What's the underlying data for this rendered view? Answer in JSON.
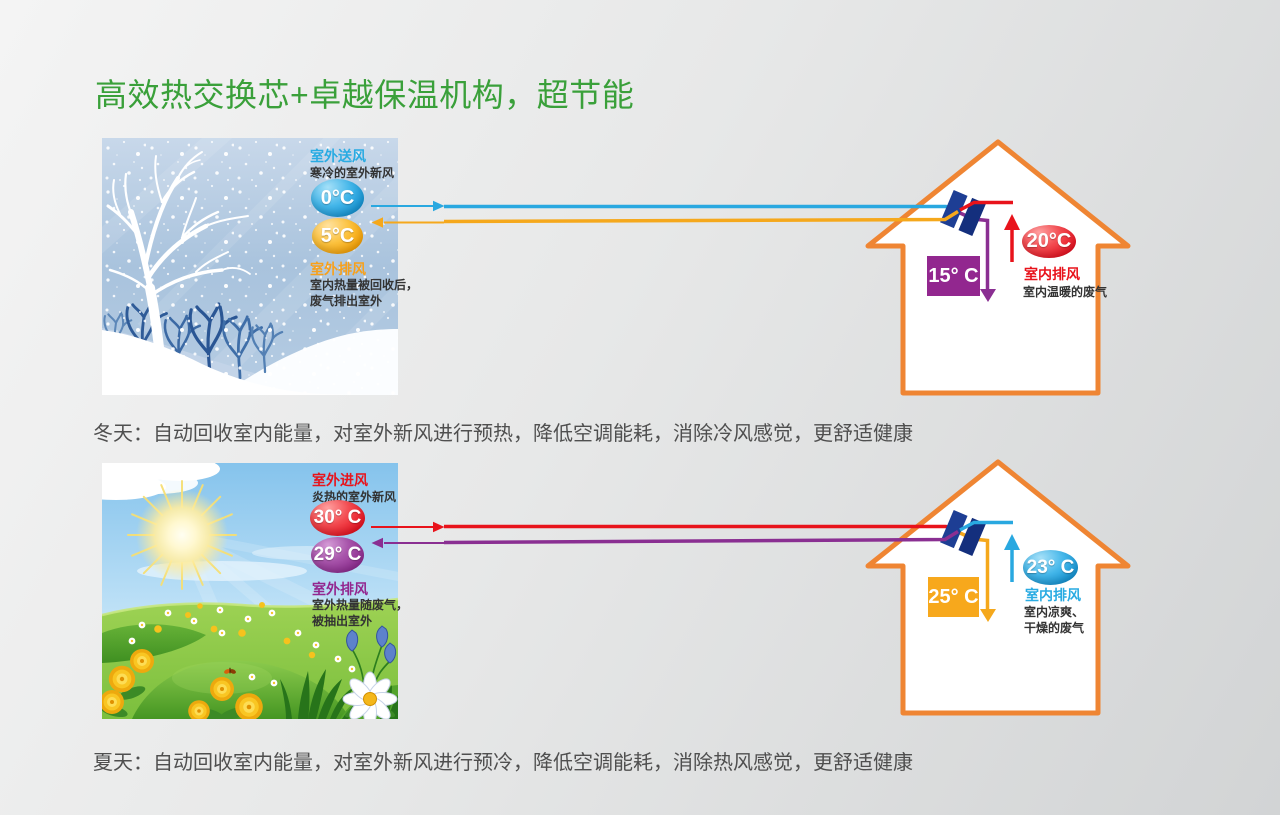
{
  "title": "高效热交换芯+卓越保温机构，超节能",
  "colors": {
    "title_green": "#3aa03a",
    "cyan": "#29a8e0",
    "orange": "#f5a81c",
    "red": "#e8131b",
    "purple": "#8a2f92",
    "house_outline": "#ef8533",
    "exchanger_blue": "#1a3a8f"
  },
  "winter": {
    "outdoor_supply_label": "室外送风",
    "outdoor_supply_desc": "寒冷的室外新风",
    "outdoor_supply_temp": "0°C",
    "outdoor_exhaust_temp": "5°C",
    "outdoor_exhaust_label": "室外排风",
    "outdoor_exhaust_desc1": "室内热量被回收后，",
    "outdoor_exhaust_desc2": "废气排出室外",
    "indoor_supply_temp": "15° C",
    "indoor_exhaust_temp": "20°C",
    "indoor_exhaust_label": "室内排风",
    "indoor_exhaust_desc1": "室内温暖的废气",
    "caption": "冬天：自动回收室内能量，对室外新风进行预热，降低空调能耗，消除冷风感觉，更舒适健康"
  },
  "summer": {
    "outdoor_supply_label": "室外进风",
    "outdoor_supply_desc": "炎热的室外新风",
    "outdoor_supply_temp": "30° C",
    "outdoor_exhaust_temp": "29° C",
    "outdoor_exhaust_label": "室外排风",
    "outdoor_exhaust_desc1": "室外热量随废气，",
    "outdoor_exhaust_desc2": "被抽出室外",
    "indoor_supply_temp": "25° C",
    "indoor_exhaust_temp": "23° C",
    "indoor_exhaust_label": "室内排风",
    "indoor_exhaust_desc1": "室内凉爽、",
    "indoor_exhaust_desc2": "干燥的废气",
    "caption": "夏天：自动回收室内能量，对室外新风进行预冷，降低空调能耗，消除热风感觉，更舒适健康"
  }
}
